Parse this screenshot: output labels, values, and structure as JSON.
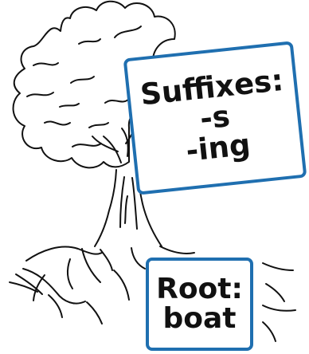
{
  "suffix_sign": {
    "title": "Suffixes:",
    "items": [
      "-s",
      "-ing"
    ]
  },
  "root_sign": {
    "title": "Root:",
    "word": "boat"
  },
  "colors": {
    "sign_border": "#1f6fb0",
    "line_art": "#111111"
  }
}
